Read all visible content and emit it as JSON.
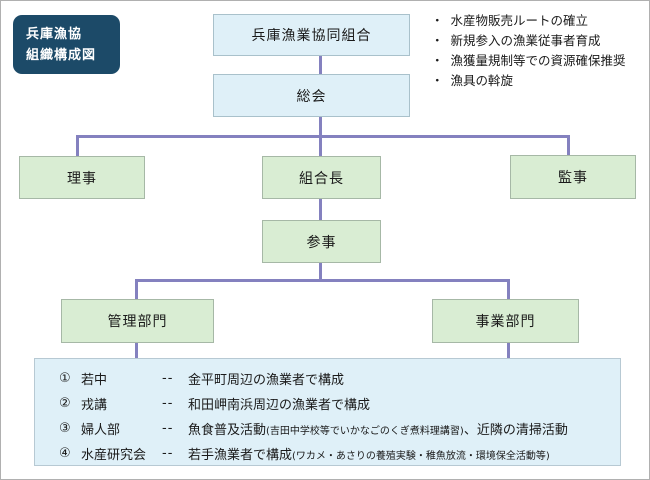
{
  "title_card": {
    "line1": "兵庫漁協",
    "line2": "組織構成図",
    "bg_color": "#1c4a68"
  },
  "notes": {
    "bullet": "・",
    "items": [
      "水産物販売ルートの確立",
      "新規参入の漁業従事者育成",
      "漁獲量規制等での資源確保推奨",
      "漁具の斡旋"
    ]
  },
  "org_chart": {
    "root": "兵庫漁業協同組合",
    "general_meeting": "総会",
    "directors": "理事",
    "president": "組合長",
    "auditors": "監事",
    "counselor": "参事",
    "admin_dept": "管理部門",
    "business_dept": "事業部門",
    "colors": {
      "blue_fill": "#dff0f8",
      "blue_border": "#a9c1cb",
      "green_fill": "#d9edd3",
      "green_border": "#a6b8a6",
      "connector": "#8481bf"
    }
  },
  "org_detail": {
    "items": [
      {
        "num": "①",
        "name": "若中",
        "dash": "--",
        "desc_main": "金平町周辺の漁業者で構成",
        "desc_small": "",
        "desc_tail": ""
      },
      {
        "num": "②",
        "name": "戎講",
        "dash": "--",
        "desc_main": "和田岬南浜周辺の漁業者で構成",
        "desc_small": "",
        "desc_tail": ""
      },
      {
        "num": "③",
        "name": "婦人部",
        "dash": "--",
        "desc_main": "魚食普及活動",
        "desc_small": "(吉田中学校等でいかなごのくぎ煮料理講習)",
        "desc_tail": "、近隣の清掃活動"
      },
      {
        "num": "④",
        "name": "水産研究会",
        "dash": "--",
        "desc_main": "若手漁業者で構成",
        "desc_small": "(ワカメ・あさりの養殖実験・稚魚放流・環境保全活動等)",
        "desc_tail": ""
      }
    ]
  }
}
